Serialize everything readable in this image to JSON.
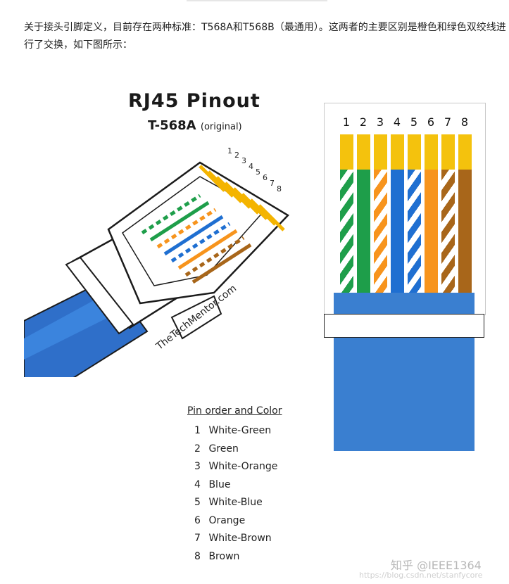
{
  "intro_text": "关于接头引脚定义，目前存在两种标准：T568A和T568B（最通用）。这两者的主要区别是橙色和绿色双绞线进行了交换，如下图所示：",
  "figure": {
    "title": "RJ45  Pinout",
    "subtitle": "T-568A",
    "subtitle_note": "(original)",
    "brand": "TheTechMentor.com",
    "plug_pin_numbers": [
      "1",
      "2",
      "3",
      "4",
      "5",
      "6",
      "7",
      "8"
    ],
    "legend_heading": "Pin order and Color",
    "legend": [
      {
        "num": "1",
        "label": "White-Green"
      },
      {
        "num": "2",
        "label": "Green"
      },
      {
        "num": "3",
        "label": "White-Orange"
      },
      {
        "num": "4",
        "label": "Blue"
      },
      {
        "num": "5",
        "label": "White-Blue"
      },
      {
        "num": "6",
        "label": "Orange"
      },
      {
        "num": "7",
        "label": "White-Brown"
      },
      {
        "num": "8",
        "label": "Brown"
      }
    ],
    "diagram_numbers": [
      "1",
      "2",
      "3",
      "4",
      "5",
      "6",
      "7",
      "8"
    ],
    "wire_colors": [
      {
        "color": "#1e9e4a",
        "striped": true
      },
      {
        "color": "#1e9e4a",
        "striped": false
      },
      {
        "color": "#f7941d",
        "striped": true
      },
      {
        "color": "#1f6fd1",
        "striped": false
      },
      {
        "color": "#1f6fd1",
        "striped": true
      },
      {
        "color": "#f7941d",
        "striped": false
      },
      {
        "color": "#a8661a",
        "striped": true
      },
      {
        "color": "#a8661a",
        "striped": false
      }
    ]
  },
  "watermark": {
    "zhihu": "知乎 @IEEE1364",
    "csdn": "https://blog.csdn.net/stanfycore"
  }
}
